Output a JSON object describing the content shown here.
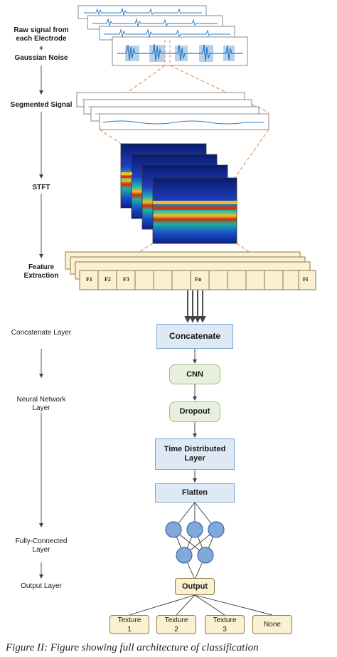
{
  "left_labels": {
    "raw_signal": "Raw signal from each Electrode",
    "plus": "+",
    "gaussian_noise": "Gaussian Noise",
    "segmented_signal": "Segmented Signal",
    "stft": "STFT",
    "feature_extraction": "Feature Extraction",
    "concatenate_layer": "Concatenate Layer",
    "neural_network_layer": "Neural Network Layer",
    "fully_connected_layer": "Fully-Connected Layer",
    "output_layer": "Output Layer"
  },
  "features": {
    "f1": "F1",
    "f2": "F2",
    "f3": "F3",
    "fn": "Fn",
    "fi": "Fi"
  },
  "blocks": {
    "concatenate": "Concatenate",
    "cnn": "CNN",
    "dropout": "Dropout",
    "time_distributed": "Time Distributed Layer",
    "flatten": "Flatten",
    "output": "Output"
  },
  "classes": [
    "Texture 1",
    "Texture 2",
    "Texture 3",
    "None"
  ],
  "caption": "Figure II: Figure showing  full architecture of classification",
  "colors": {
    "signal": "#2f7fc4",
    "dash_orange": "#e8935c",
    "node_blue": "#7fa9d9",
    "block_blue": "#dde9f5",
    "block_green": "#e6f0dc",
    "block_cream": "#fbf0cf"
  }
}
